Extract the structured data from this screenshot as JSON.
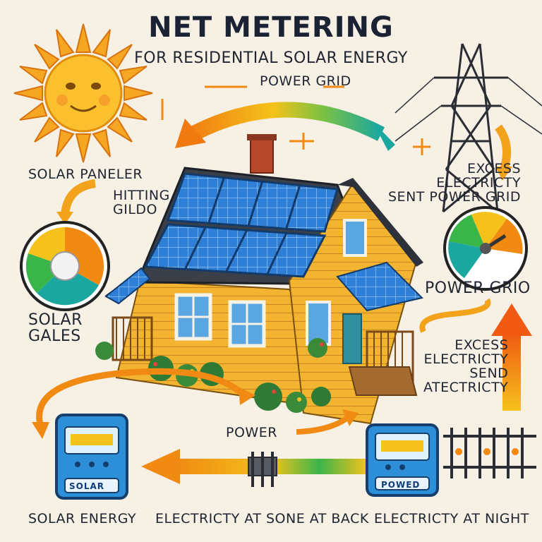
{
  "title": "NET METERING",
  "subtitle": "FOR RESIDENTIAL SOLAR ENERGY",
  "power_grid_top": "POWER GRID",
  "solar_paneler": "SOLAR  PANELER",
  "hitting_gildo": "HITTING\nGILDO",
  "excess_sent": "EXCESS\nELECTRICTY\nSENT POWER GRID",
  "power_grio": "POWER GRIO",
  "solar_gales": "SOLAR\nGALES",
  "excess_send": "EXCESS\nELECTRICTY\nSEND\nATECTRICTY",
  "power_mid": "POWER",
  "meter_left_label": "SOLAR",
  "meter_right_label": "POWED",
  "bottom_left": "SOLAR ENERGY",
  "bottom_mid": "ELECTRICTY AT SONE AT BACK",
  "bottom_right": "ELECTRICTY  AT NIGHT",
  "colors": {
    "background": "#f6f1e4",
    "sun": "#f5a623",
    "house_wall": "#f2b431",
    "roof": "#3b3f48",
    "panel": "#2f7fd6",
    "arrow_orange": "#f08a12",
    "arrow_green": "#3ab54a",
    "meter_blue": "#2d8fd8",
    "text": "#1f2430"
  }
}
